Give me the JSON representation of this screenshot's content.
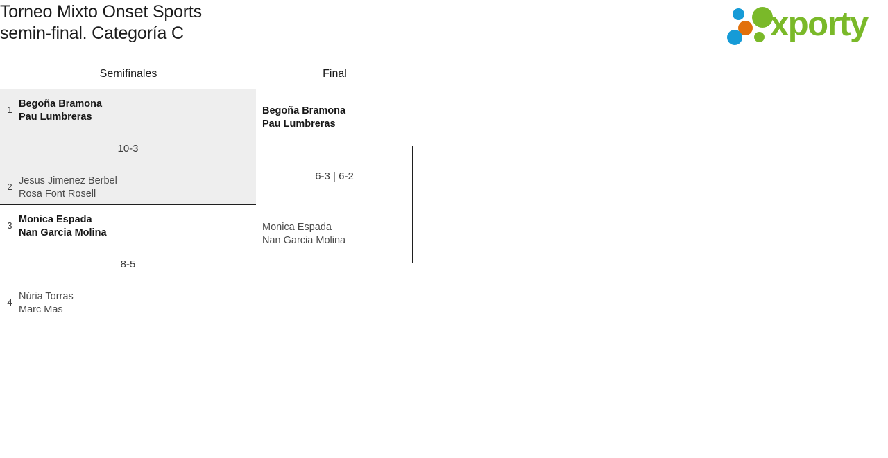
{
  "header": {
    "title": "Torneo Mixto Onset Sports\nsemin-final. Categoría C",
    "logo": {
      "wordmark": "xporty",
      "colors": {
        "green": "#7ab929",
        "blue": "#169bd7",
        "orange": "#e2700c"
      }
    }
  },
  "bracket": {
    "rounds": [
      {
        "key": "semifinals",
        "label": "Semifinales"
      },
      {
        "key": "final",
        "label": "Final"
      }
    ],
    "semifinals": [
      {
        "score": "10-3",
        "top": {
          "seed": "1",
          "line1": "Begoña Bramona",
          "line2": "Pau Lumbreras",
          "winner": true
        },
        "bottom": {
          "seed": "2",
          "line1": "Jesus Jimenez Berbel",
          "line2": "Rosa Font Rosell",
          "winner": false
        }
      },
      {
        "score": "8-5",
        "top": {
          "seed": "3",
          "line1": "Monica Espada",
          "line2": "Nan Garcia Molina",
          "winner": true
        },
        "bottom": {
          "seed": "4",
          "line1": "Núria Torras",
          "line2": "Marc Mas",
          "winner": false
        }
      }
    ],
    "final": {
      "score": "6-3 | 6-2",
      "top": {
        "line1": "Begoña Bramona",
        "line2": "Pau Lumbreras",
        "winner": true
      },
      "bottom": {
        "line1": "Monica Espada",
        "line2": "Nan Garcia Molina",
        "winner": false
      }
    }
  }
}
